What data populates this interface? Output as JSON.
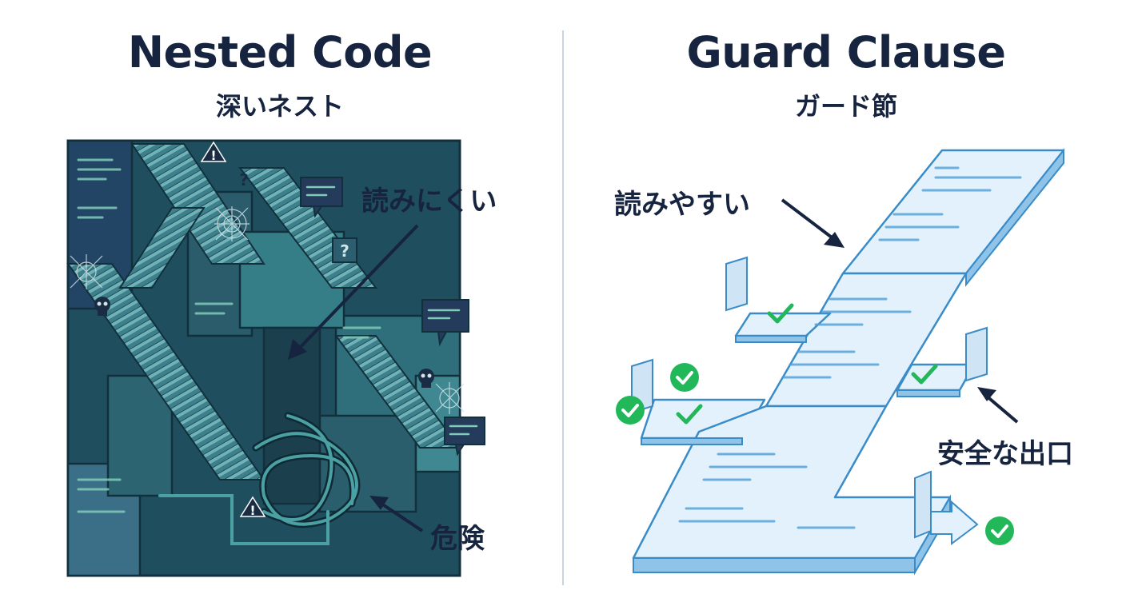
{
  "left": {
    "title": "Nested Code",
    "subtitle": "深いネスト",
    "callout_hard": "読みにくい",
    "callout_danger": "危険"
  },
  "right": {
    "title": "Guard Clause",
    "subtitle": "ガード節",
    "callout_easy": "読みやすい",
    "callout_exit": "安全な出口"
  },
  "colors": {
    "ink": "#16243f",
    "dark_teal": "#1e4d5c",
    "teal": "#3d8a92",
    "navy": "#243b5c",
    "light_blue": "#d9ecf8",
    "edge_blue": "#3a8cc9",
    "check_green": "#22b85a"
  },
  "icons": [
    "warning-icon",
    "question-icon",
    "skull-icon",
    "cobweb-icon",
    "speech-bubble-icon",
    "check-icon",
    "door-icon",
    "arrow-icon",
    "knot-icon"
  ]
}
